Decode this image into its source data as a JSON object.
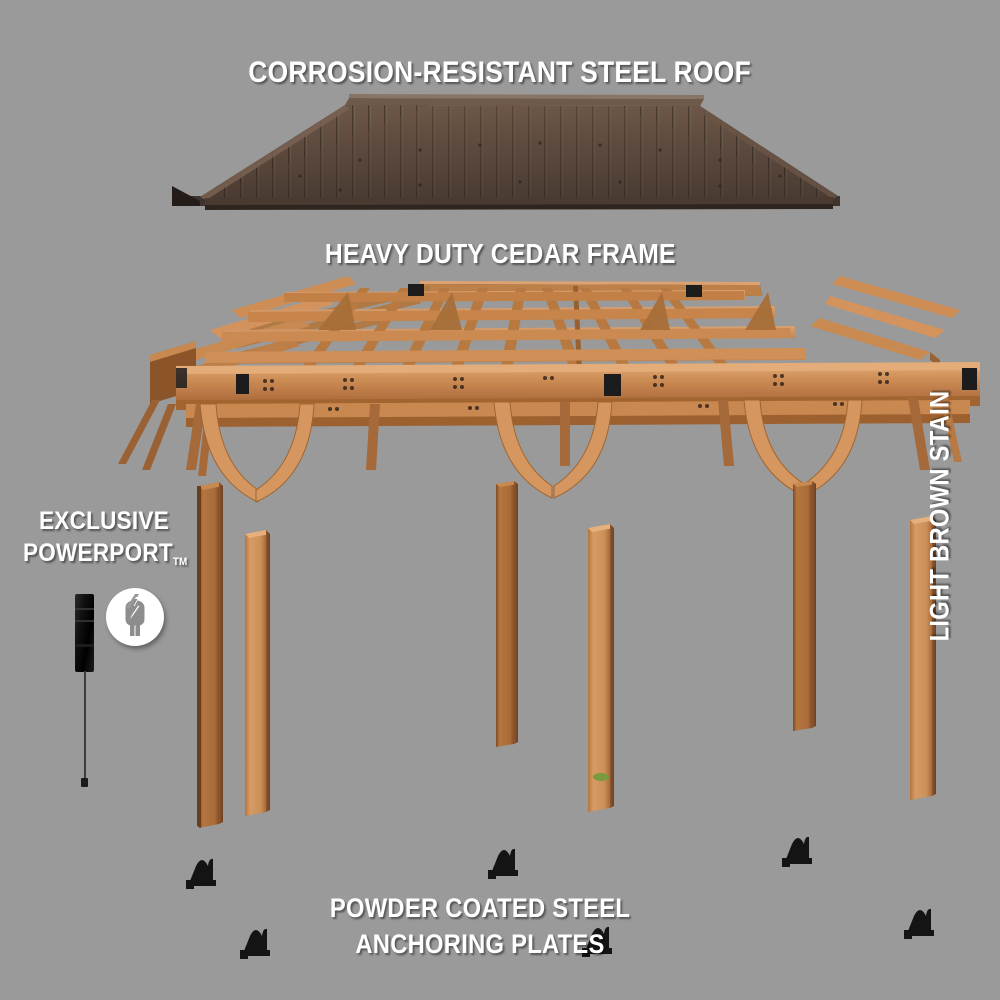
{
  "page": {
    "background_color": "#9a9a9a",
    "type": "exploded-view product infographic",
    "subject": "cedar pavilion / gazebo"
  },
  "labels": {
    "roof": "CORROSION-RESISTANT STEEL ROOF",
    "frame": "HEAVY DUTY CEDAR FRAME",
    "powerport_line1": "EXCLUSIVE",
    "powerport_line2": "POWERPORT",
    "powerport_tm": "TM",
    "stain": "LIGHT BROWN STAIN",
    "anchor_line1": "POWDER COATED STEEL",
    "anchor_line2": "ANCHORING PLATES"
  },
  "colors": {
    "background": "#9a9a9a",
    "label_text": "#ffffff",
    "roof_dark": "#43362f",
    "roof_mid": "#5a483e",
    "roof_light": "#6e5848",
    "roof_edge": "#2c221d",
    "cedar_light": "#d99a62",
    "cedar_mid": "#c07f46",
    "cedar_dark": "#9c6134",
    "cedar_shadow": "#7d4a26",
    "bracket_black": "#1c1c1c",
    "anchor_black": "#141414",
    "badge_white": "#ffffff",
    "badge_glyph": "#8d8d8d",
    "sticker_green": "#7a9a3e"
  },
  "components": {
    "roof": {
      "name": "corrosion-resistant steel roof panel",
      "description": "dark brown hip roof with vertical ribbed metal panels"
    },
    "frame": {
      "name": "heavy duty cedar frame",
      "description": "lattice of rafters and purlins with black metal brackets and curved corner braces"
    },
    "posts": {
      "name": "cedar posts",
      "count": 6,
      "description": "vertical light brown stained square posts"
    },
    "anchor_plates": {
      "name": "powder coated steel anchoring plates",
      "count": 6,
      "description": "black U-shaped steel brackets with flat base plates"
    },
    "powerport": {
      "name": "exclusive powerport",
      "description": "black power strip unit with hanging cord and white circular plug icon badge"
    }
  },
  "icons": {
    "powerport_badge": "power-plug-bolt-icon"
  }
}
